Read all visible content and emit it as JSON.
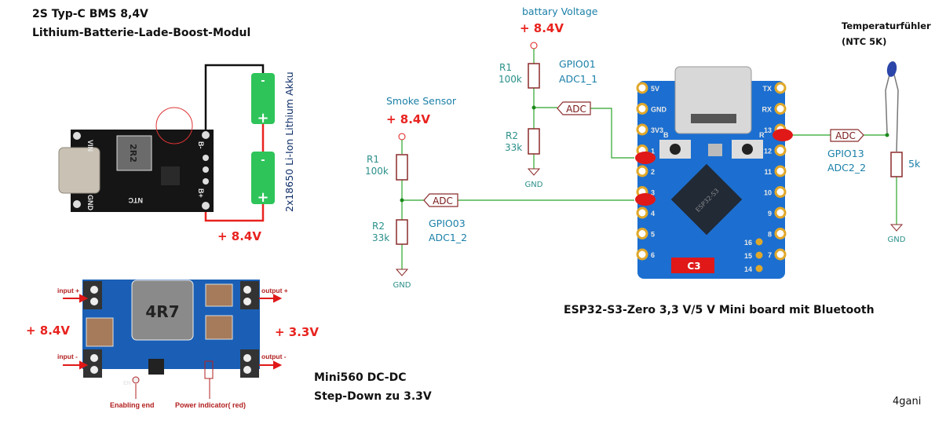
{
  "bms": {
    "title_line1": "2S Typ-C BMS 8,4V",
    "title_line2": "Lithium-Batterie-Lade-Boost-Modul",
    "inductor_label": "2R2",
    "pins": [
      "VIN",
      "GND",
      "B-",
      "B+",
      "NTC"
    ],
    "battery_label": "2x18650 Li-Ion Lithium Akku",
    "battery_minus": "-",
    "battery_plus": "+",
    "output_voltage": "+ 8.4V"
  },
  "mini560": {
    "title_line1": "Mini560 DC-DC",
    "title_line2": "Step-Down zu 3.3V",
    "inductor_label": "4R7",
    "input_plus": "input +",
    "input_minus": "input -",
    "output_plus": "output +",
    "output_minus": "output -",
    "input_voltage": "+ 8.4V",
    "output_voltage": "+ 3.3V",
    "enable_label": "Enabling end",
    "power_indicator_label": "Power indicator( red)",
    "en_pin": "EN"
  },
  "smoke_divider": {
    "title": "Smoke Sensor",
    "voltage": "+ 8.4V",
    "r1_ref": "R1",
    "r1_value": "100k",
    "r2_ref": "R2",
    "r2_value": "33k",
    "adc_label": "ADC",
    "gpio": "GPIO03",
    "adc_channel": "ADC1_2",
    "gnd": "GND"
  },
  "battery_divider": {
    "title": "battary Voltage",
    "voltage": "+ 8.4V",
    "r1_ref": "R1",
    "r1_value": "100k",
    "r2_ref": "R2",
    "r2_value": "33k",
    "adc_label": "ADC",
    "gpio": "GPIO01",
    "adc_channel": "ADC1_1",
    "gnd": "GND"
  },
  "ntc": {
    "title_line1": "Temperaturfühler",
    "title_line2": "(NTC 5K)",
    "adc_label": "ADC",
    "gpio": "GPIO13",
    "adc_channel": "ADC2_2",
    "r_value": "5k",
    "gnd": "GND"
  },
  "esp32": {
    "caption": "ESP32-S3-Zero 3,3 V/5 V Mini board mit Bluetooth",
    "left_pins": [
      "5V",
      "GND",
      "3V3",
      "1",
      "2",
      "3",
      "4",
      "5",
      "6"
    ],
    "right_pins": [
      "TX",
      "RX",
      "13",
      "12",
      "11",
      "10",
      "9",
      "8",
      "7"
    ],
    "inner_pins": [
      "16",
      "15",
      "14"
    ],
    "button_b": "B",
    "button_r": "R",
    "antenna_label": "C3",
    "chip_label": "ESP32-S3"
  },
  "author": "4gani",
  "colors": {
    "wire": "#2aa52a",
    "component": "#8b2a2a",
    "label_blue": "#1a7fa8",
    "voltage_red": "#e8231f",
    "pcb_blue": "#1565c8",
    "battery_green": "#2ec45a",
    "marker_red": "#e01818"
  }
}
